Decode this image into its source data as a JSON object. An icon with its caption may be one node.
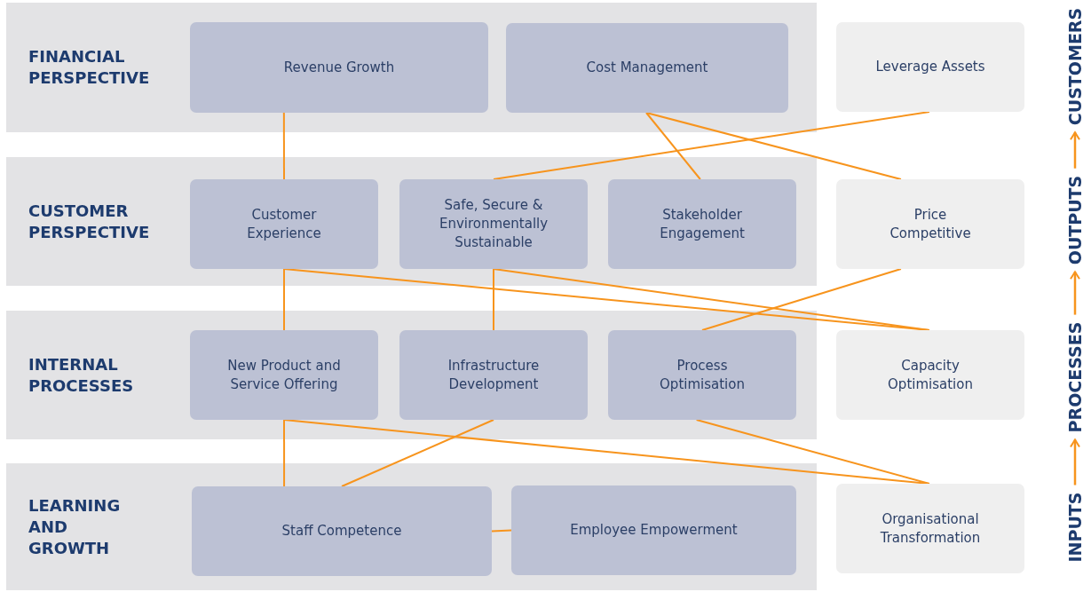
{
  "diagram": {
    "nodes": [
      {
        "text": [
          "FINANCIAL PERSPECTIVE"
        ]
      },
      {
        "text": [
          "Revenue Growth"
        ],
        "in": 0
      },
      {
        "text": [
          "Cost Management"
        ],
        "in": 0
      },
      {
        "text": [
          "CUSTOMER PERSPECTIVE"
        ]
      },
      {
        "text": [
          "Customer Experience"
        ],
        "in": 3
      },
      {
        "text": [
          "Safe, Secure & Environmentally Sustainable"
        ],
        "in": 3
      },
      {
        "text": [
          "Stakeholder Engagement"
        ],
        "in": 3
      },
      {
        "text": [
          "INTERNAL PROCESSES"
        ]
      },
      {
        "text": [
          "New Product and Service Offering"
        ],
        "in": 7
      },
      {
        "text": [
          "Infrastructure Development"
        ],
        "in": 7
      },
      {
        "text": [
          "Process Optimisation"
        ],
        "in": 7
      },
      {
        "text": [
          "LEARNING AND GROWTH"
        ]
      },
      {
        "text": [
          "Staff Competence"
        ],
        "in": 11
      },
      {
        "text": [
          "Employee Empowerment"
        ],
        "in": 11
      },
      {
        "text": [
          "Leverage Assets"
        ]
      },
      {
        "text": [
          "Price Competitive"
        ]
      },
      {
        "text": [
          "Capacity Optimisation"
        ]
      },
      {
        "text": [
          "Organisational Transformation"
        ]
      },
      {
        "text": [
          "INPUTS"
        ]
      },
      {
        "text": [
          "PROCESSES"
        ]
      },
      {
        "text": [
          "OUTPUTS"
        ]
      },
      {
        "text": [
          "CUSTOMERS"
        ]
      }
    ],
    "edges": [
      {
        "from": 1,
        "to": 4,
        "arrow": "none"
      },
      {
        "from": 2,
        "to": 6,
        "arrow": "none"
      },
      {
        "from": 2,
        "to": 15,
        "arrow": "none"
      },
      {
        "from": 14,
        "to": 5,
        "arrow": "none"
      },
      {
        "from": 4,
        "to": 8,
        "arrow": "none"
      },
      {
        "from": 4,
        "to": 16,
        "arrow": "none"
      },
      {
        "from": 5,
        "to": 9,
        "arrow": "none"
      },
      {
        "from": 5,
        "to": 16,
        "arrow": "none"
      },
      {
        "from": 15,
        "to": 10,
        "arrow": "none"
      },
      {
        "from": 8,
        "to": 12,
        "arrow": "none"
      },
      {
        "from": 8,
        "to": 17,
        "arrow": "none"
      },
      {
        "from": 9,
        "to": 12,
        "arrow": "none"
      },
      {
        "from": 10,
        "to": 17,
        "arrow": "none"
      },
      {
        "from": 12,
        "to": 13,
        "arrow": "none"
      },
      {
        "from": 18,
        "to": 19,
        "arrow": "to"
      },
      {
        "from": 19,
        "to": 20,
        "arrow": "to"
      },
      {
        "from": 20,
        "to": 21,
        "arrow": "to"
      }
    ]
  }
}
